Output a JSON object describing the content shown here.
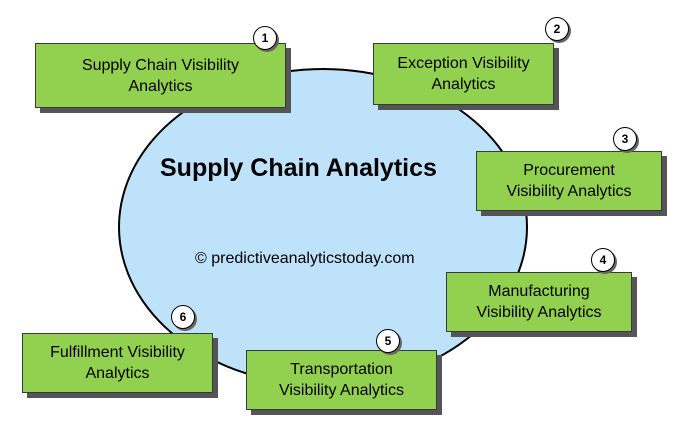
{
  "diagram": {
    "title": "Supply Chain Analytics",
    "copyright": "© predictiveanalyticstoday.com",
    "colors": {
      "oval_fill": "#bfe2fb",
      "box_fill": "#92d050",
      "badge_fill": "#ffffff"
    },
    "nodes": [
      {
        "number": "1",
        "label": "Supply Chain Visibility\nAnalytics"
      },
      {
        "number": "2",
        "label": "Exception Visibility\nAnalytics"
      },
      {
        "number": "3",
        "label": "Procurement\nVisibility Analytics"
      },
      {
        "number": "4",
        "label": "Manufacturing\nVisibility Analytics"
      },
      {
        "number": "5",
        "label": "Transportation\nVisibility Analytics"
      },
      {
        "number": "6",
        "label": "Fulfillment Visibility\nAnalytics"
      }
    ]
  }
}
